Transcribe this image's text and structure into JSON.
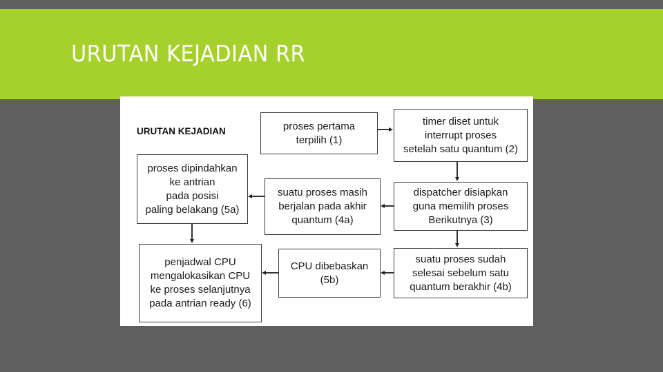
{
  "slide": {
    "title": "URUTAN KEJADIAN RR",
    "colors": {
      "background": "#5f5f5f",
      "banner": "#a6d02c",
      "title_text": "#ffffff"
    }
  },
  "diagram": {
    "heading": "URUTAN KEJADIAN",
    "steps": [
      {
        "id": "1",
        "text": "proses pertama\nterpilih (1)"
      },
      {
        "id": "2",
        "text": "timer diset untuk\ninterrupt proses\nsetelah satu quantum (2)"
      },
      {
        "id": "3",
        "text": "dispatcher disiapkan\nguna memilih proses\nBerikutnya (3)"
      },
      {
        "id": "4a",
        "text": "suatu proses masih\nberjalan pada akhir\nquantum (4a)"
      },
      {
        "id": "5a",
        "text": "proses dipindahkan\nke antrian\npada posisi\npaling belakang (5a)"
      },
      {
        "id": "4b",
        "text": "suatu proses sudah\nselesai sebelum satu\nquantum berakhir (4b)"
      },
      {
        "id": "5b",
        "text": "CPU dibebaskan\n(5b)"
      },
      {
        "id": "6",
        "text": "penjadwal CPU\nmengalokasikan CPU\nke proses selanjutnya\npada antrian ready (6)"
      }
    ],
    "edges": [
      {
        "from": "1",
        "to": "2"
      },
      {
        "from": "2",
        "to": "3"
      },
      {
        "from": "3",
        "to": "4a"
      },
      {
        "from": "4a",
        "to": "5a"
      },
      {
        "from": "5a",
        "to": "6"
      },
      {
        "from": "3",
        "to": "4b"
      },
      {
        "from": "4b",
        "to": "5b"
      },
      {
        "from": "5b",
        "to": "6"
      }
    ]
  }
}
